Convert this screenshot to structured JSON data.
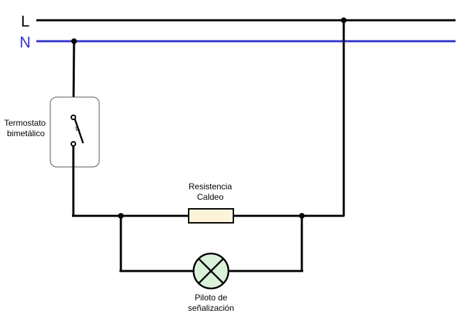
{
  "rails": {
    "live_label": "L",
    "neutral_label": "N",
    "live_color": "#000000",
    "neutral_color": "#3333cc"
  },
  "thermostat": {
    "label_line1": "Termostato",
    "label_line2": "bimetálico",
    "symbol": "t°"
  },
  "resistor": {
    "label_line1": "Resistencia",
    "label_line2": "Caldeo",
    "fill_color": "#fdf3d8"
  },
  "lamp": {
    "label_line1": "Piloto de",
    "label_line2": "señalización",
    "fill_color": "#d9f0d9"
  }
}
